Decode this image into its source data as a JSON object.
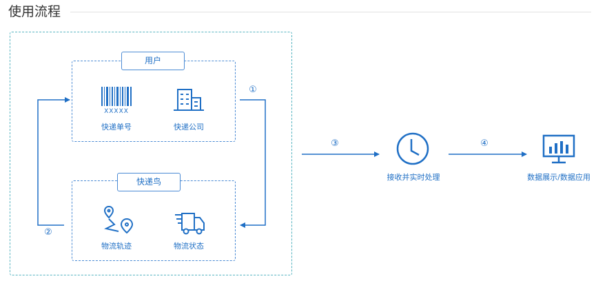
{
  "title": "使用流程",
  "groups": {
    "user": {
      "tag": "用户",
      "items": [
        "快递单号",
        "快递公司"
      ]
    },
    "station": {
      "tag": "快递鸟",
      "items": [
        "物流轨迹",
        "物流状态"
      ]
    }
  },
  "steps": [
    "①",
    "②",
    "③",
    "④"
  ],
  "process_label": "接收并实时处理",
  "output_label": "数据展示/数据应用",
  "colors": {
    "primary": "#1f6fc5",
    "dash_outer": "#54b3c0",
    "dash_inner": "#4a8ad4"
  },
  "icons": [
    "barcode-icon",
    "building-icon",
    "route-pin-icon",
    "delivery-truck-icon",
    "clock-icon",
    "monitor-chart-icon"
  ]
}
